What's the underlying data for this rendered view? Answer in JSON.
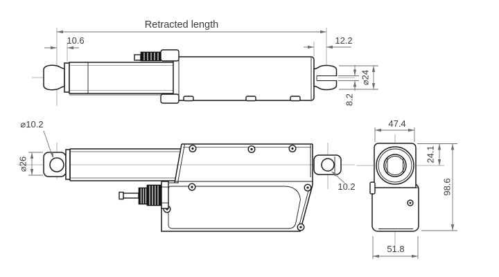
{
  "drawing": {
    "type": "technical_dimension_drawing",
    "subject": "linear-actuator three-view outline drawing",
    "colors": {
      "background": "#ffffff",
      "object_line": "#1a1a1a",
      "dimension_line": "#6e6e6e",
      "center_line": "#9a9a9a",
      "text": "#3a3a3a",
      "cable_gland": "#141414"
    },
    "labels": {
      "retracted_length": "Retracted length",
      "front_pin_offset": "10.6",
      "rear_pin_offset": "12.2",
      "rear_clevis_diameter": "⌀24",
      "rear_slot_width": "8.2",
      "front_hole_diameter": "⌀10.2",
      "front_clevis_diameter": "⌀26",
      "rear_hole_diameter": "10.2",
      "end_top_width": "47.4",
      "axis_offset_from_top": "24.1",
      "overall_height": "98.6",
      "end_bottom_width": "51.8"
    }
  }
}
